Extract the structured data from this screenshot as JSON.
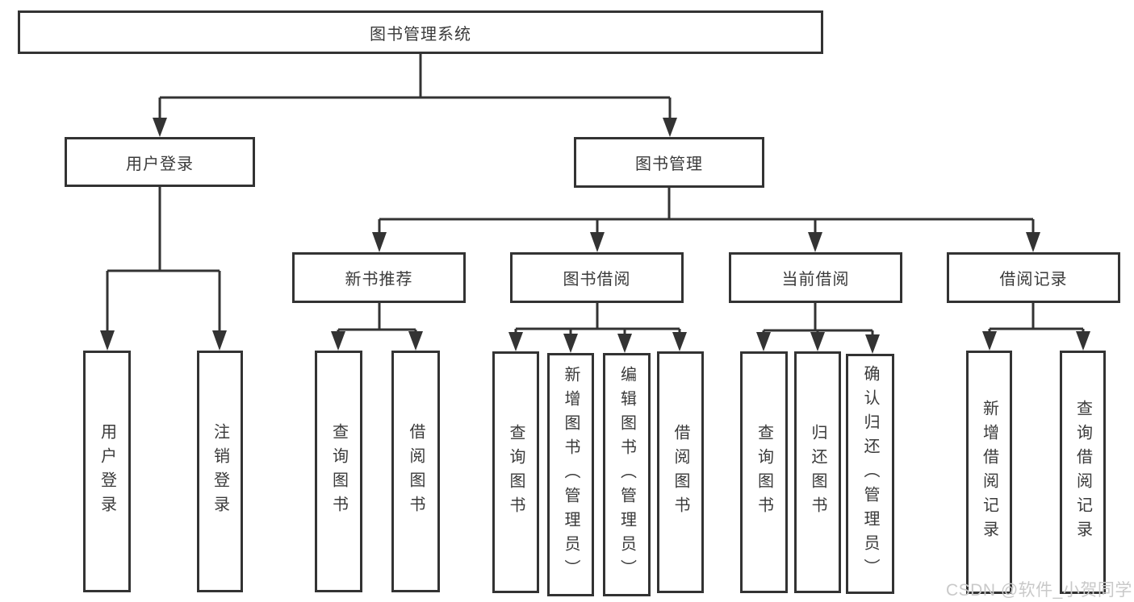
{
  "diagram": {
    "title": "图书管理系统",
    "root": {
      "label": "图书管理系统"
    },
    "level2": [
      {
        "id": "user-login",
        "label": "用户登录"
      },
      {
        "id": "book-management",
        "label": "图书管理"
      }
    ],
    "level3": [
      {
        "id": "new-book-recommendation",
        "label": "新书推荐",
        "parent": "图书管理"
      },
      {
        "id": "book-borrowing",
        "label": "图书借阅",
        "parent": "图书管理"
      },
      {
        "id": "current-borrowing",
        "label": "当前借阅",
        "parent": "图书管理"
      },
      {
        "id": "borrowing-records",
        "label": "借阅记录",
        "parent": "图书管理"
      }
    ],
    "leaves": [
      {
        "label": "用户登录",
        "parent": "用户登录"
      },
      {
        "label": "注销登录",
        "parent": "用户登录"
      },
      {
        "label": "查询图书",
        "parent": "新书推荐"
      },
      {
        "label": "借阅图书",
        "parent": "新书推荐"
      },
      {
        "label": "查询图书",
        "parent": "图书借阅"
      },
      {
        "label": "新增图书（管理员）",
        "parent": "图书借阅"
      },
      {
        "label": "编辑图书（管理员）",
        "parent": "图书借阅"
      },
      {
        "label": "借阅图书",
        "parent": "图书借阅"
      },
      {
        "label": "查询图书",
        "parent": "当前借阅"
      },
      {
        "label": "归还图书",
        "parent": "当前借阅"
      },
      {
        "label": "确认归还（管理员）",
        "parent": "当前借阅"
      },
      {
        "label": "新增借阅记录",
        "parent": "借阅记录"
      },
      {
        "label": "查询借阅记录",
        "parent": "借阅记录"
      }
    ],
    "watermark": "CSDN @软件_小贺同学",
    "colors": {
      "line": "#333333",
      "box_border": "#333333",
      "box_fill": "#ffffff",
      "text": "#3a3a3a",
      "watermark": "#c9c9c9",
      "background": "#ffffff"
    }
  }
}
